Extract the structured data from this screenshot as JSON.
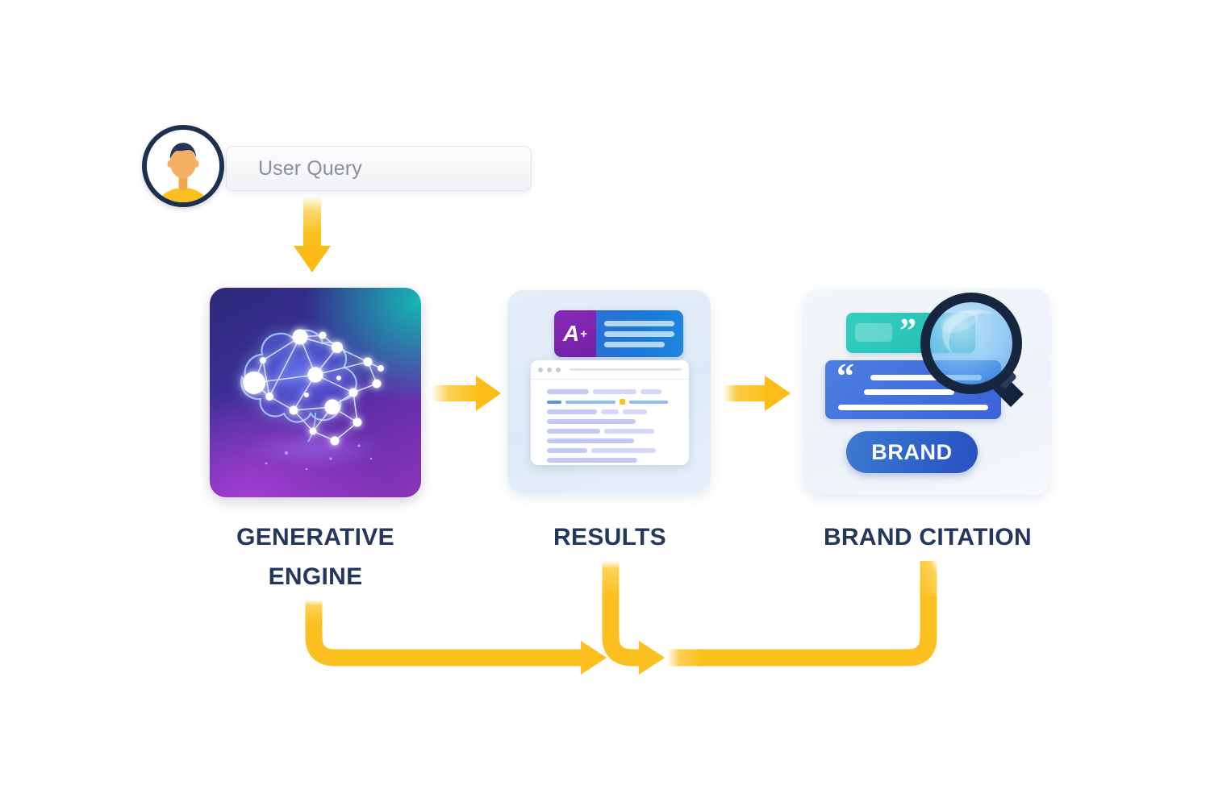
{
  "page": {
    "background": "#ffffff",
    "accent_yellow": "#fbc020",
    "label_color": "#22375a"
  },
  "query": {
    "avatar_icon": "user-avatar-icon",
    "placeholder": "User Query",
    "value": ""
  },
  "steps": [
    {
      "id": "generative-engine",
      "label": "GENERATIVE\nENGINE",
      "icon": "brain-network-icon",
      "colors": {
        "from": "#2d2a78",
        "mid": "#6b2fae",
        "to": "#17b8b4"
      }
    },
    {
      "id": "results",
      "label": "RESULTS",
      "icon": "search-results-icon",
      "badge": {
        "grade": "A",
        "plus": "+"
      },
      "colors": {
        "badge_purple": "#7e23ad",
        "badge_blue": "#1a7ad8",
        "card_bg": "#e2edf8"
      }
    },
    {
      "id": "brand-citation",
      "label": "BRAND CITATION",
      "icon": "magnifying-glass-icon",
      "pill_text": "BRAND",
      "quote_glyph": "“",
      "colors": {
        "teal": "#27c2ba",
        "blue": "#3f6bdb",
        "pill": "#2f63c9",
        "card_bg": "#f2f6fb"
      }
    }
  ],
  "flow": {
    "query_to_engine": "down-arrow",
    "engine_to_results": "right-arrow",
    "results_to_brand": "right-arrow",
    "feedback_loop": "engine-results-brand-feedback-loop"
  }
}
